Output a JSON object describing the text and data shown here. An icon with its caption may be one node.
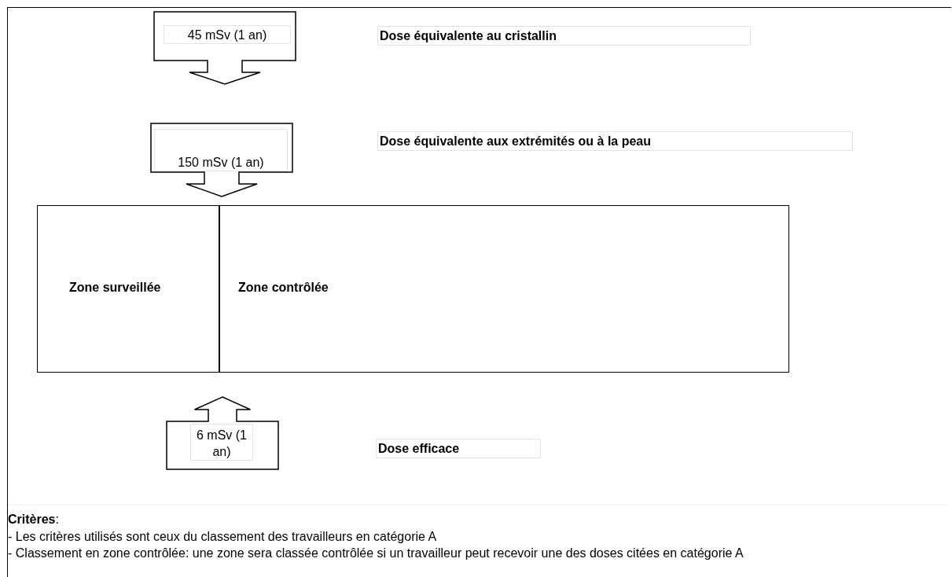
{
  "diagram": {
    "nodes": [
      {
        "text": [
          "45 mSv (1 an)"
        ]
      },
      {
        "text": [
          "150 mSv (1 an)"
        ]
      },
      {
        "text": [
          "Zone surveillée"
        ]
      },
      {
        "text": [
          "Zone contrôlée"
        ]
      },
      {
        "text": [
          "6 mSv (1 an)"
        ]
      }
    ],
    "labels": [
      "Dose équivalente au cristallin",
      "Dose équivalente aux extrémités ou à la peau",
      "Dose efficace",
      "**Critères**:",
      "-  Les critères utilisés sont ceux du classement des travailleurs en catégorie A",
      "- Classement en zone contrôlée: une zone sera classée contrôlée si un travailleur peut recevoir une des doses citées en catégorie A"
    ]
  }
}
